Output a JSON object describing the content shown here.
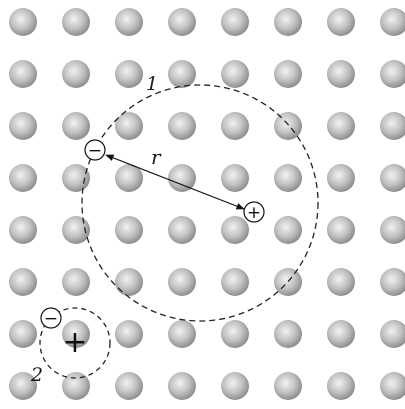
{
  "lattice": {
    "rows": 8,
    "cols": 8
  },
  "labels": {
    "circle_large": "1",
    "circle_small": "2",
    "radius": "r"
  },
  "charges": {
    "positive": "+",
    "negative": "−"
  },
  "colors": {
    "atom_center": "#e6e6e6",
    "atom_edge": "#8a8a8a",
    "stroke": "#222222",
    "background": "#ffffff"
  }
}
